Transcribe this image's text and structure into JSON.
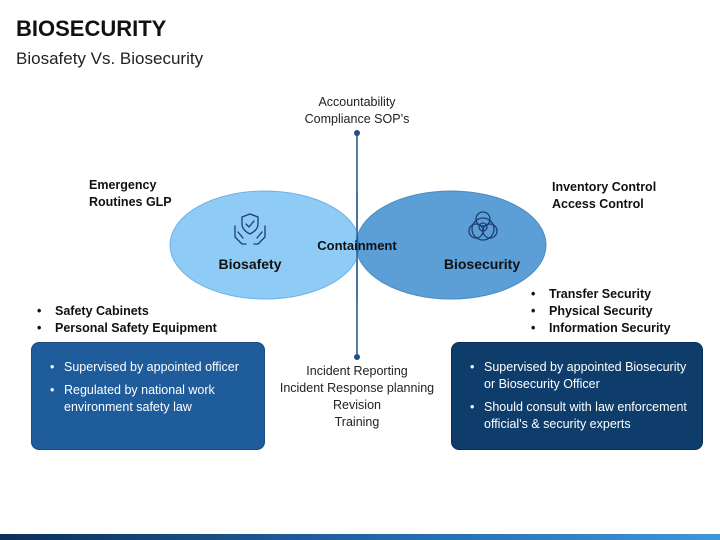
{
  "header": {
    "title": "BIOSECURITY",
    "subtitle": "Biosafety Vs. Biosecurity"
  },
  "diagram": {
    "top_text": [
      "Accountability",
      "Compliance SOP’s"
    ],
    "bottom_text": [
      "Incident Reporting",
      "Incident Response planning",
      "Revision",
      "Training"
    ],
    "left_circle_label": "Biosafety",
    "right_circle_label": "Biosecurity",
    "overlap_label": "Containment",
    "left_top_label": [
      "Emergency",
      "Routines GLP"
    ],
    "right_top_label": [
      "Inventory Control",
      "Access Control"
    ],
    "left_icon": "shield-hands-icon",
    "right_icon": "biohazard-icon",
    "colors": {
      "left_ellipse": "#8ecbf5",
      "right_ellipse": "#5b9fd6",
      "overlap": "#3c8ad3",
      "axis": "#1f4f86"
    }
  },
  "left_bullets": [
    "Safety Cabinets",
    "Personal Safety Equipment"
  ],
  "right_bullets": [
    "Transfer Security",
    "Physical Security",
    "Information Security"
  ],
  "left_box": [
    "Supervised by appointed officer",
    "Regulated by national work environment safety law"
  ],
  "right_box": [
    "Supervised by appointed Biosecurity or Biosecurity Officer",
    "Should consult with law enforcement official's & security experts"
  ]
}
